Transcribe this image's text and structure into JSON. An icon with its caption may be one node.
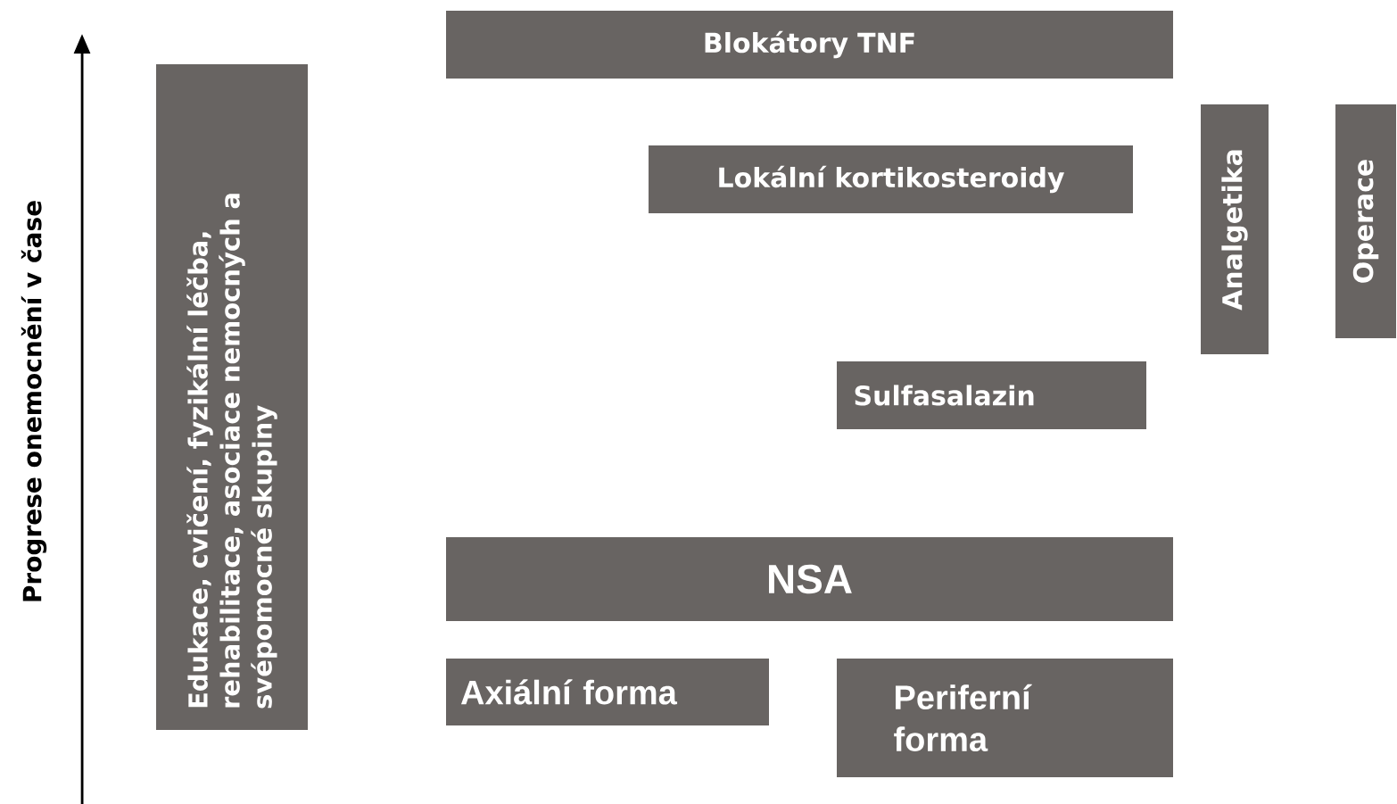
{
  "diagram": {
    "nodes": [
      {
        "text": [
          "Blokátory TNF"
        ]
      },
      {
        "text": [
          "Analgetika"
        ]
      },
      {
        "text": [
          "Operace"
        ]
      },
      {
        "text": [
          "Edukace, cvičení, fyzikální léčba, rehabilitace, asociace nemocných a svépomocné skupiny"
        ]
      },
      {
        "text": [
          "Lokální kortikosteroidy"
        ]
      },
      {
        "text": [
          "Sulfasalazin"
        ]
      },
      {
        "text": [
          "NSA"
        ]
      },
      {
        "text": [
          "Axiální forma"
        ]
      },
      {
        "text": [
          "Periferní forma"
        ]
      }
    ],
    "labels": [
      "Progrese onemocnění v čase"
    ]
  }
}
